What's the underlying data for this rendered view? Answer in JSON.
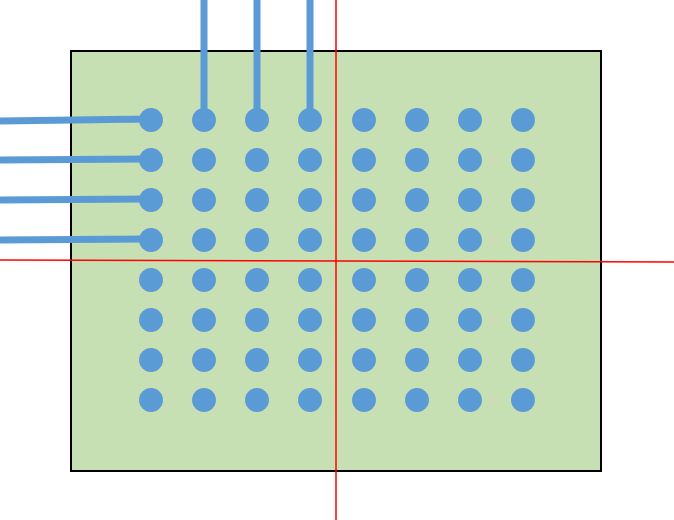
{
  "diagram": {
    "grid_rows": 8,
    "grid_cols": 8,
    "connected_top_columns": [
      1,
      2,
      3
    ],
    "connected_left_rows": [
      0,
      1,
      2,
      3
    ],
    "colors": {
      "board_fill": "#c6e0b4",
      "board_border": "#000000",
      "pad": "#5b9bd5",
      "trace": "#5b9bd5",
      "axis": "#ff0000"
    }
  }
}
